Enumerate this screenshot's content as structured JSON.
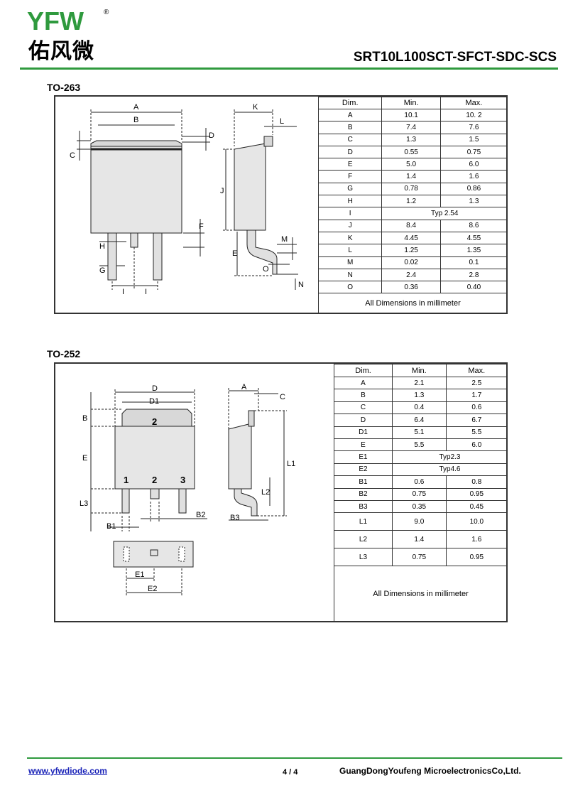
{
  "header": {
    "logo_text": "YFW",
    "logo_registered": "®",
    "logo_chinese": "佑风微",
    "part_number": "SRT10L100SCT-SFCT-SDC-SCS"
  },
  "to263": {
    "title": "TO-263",
    "columns": [
      "Dim.",
      "Min.",
      "Max."
    ],
    "rows": [
      {
        "dim": "A",
        "min": "10.1",
        "max": "10. 2"
      },
      {
        "dim": "B",
        "min": "7.4",
        "max": "7.6"
      },
      {
        "dim": "C",
        "min": "1.3",
        "max": "1.5"
      },
      {
        "dim": "D",
        "min": "0.55",
        "max": "0.75"
      },
      {
        "dim": "E",
        "min": "5.0",
        "max": "6.0"
      },
      {
        "dim": "F",
        "min": "1.4",
        "max": "1.6"
      },
      {
        "dim": "G",
        "min": "0.78",
        "max": "0.86"
      },
      {
        "dim": "H",
        "min": "1.2",
        "max": "1.3"
      },
      {
        "dim": "I",
        "typ": "Typ 2.54"
      },
      {
        "dim": "J",
        "min": "8.4",
        "max": "8.6"
      },
      {
        "dim": "K",
        "min": "4.45",
        "max": "4.55"
      },
      {
        "dim": "L",
        "min": "1.25",
        "max": "1.35"
      },
      {
        "dim": "M",
        "min": "0.02",
        "max": "0.1"
      },
      {
        "dim": "N",
        "min": "2.4",
        "max": "2.8"
      },
      {
        "dim": "O",
        "min": "0.36",
        "max": "0.40"
      }
    ],
    "note": "All Dimensions in millimeter",
    "drawing_labels": {
      "A": "A",
      "B": "B",
      "C": "C",
      "D": "D",
      "F": "F",
      "H": "H",
      "G": "G",
      "I": "I",
      "K": "K",
      "L": "L",
      "J": "J",
      "M": "M",
      "E": "E",
      "O": "O",
      "N": "N"
    }
  },
  "to252": {
    "title": "TO-252",
    "columns": [
      "Dim.",
      "Min.",
      "Max."
    ],
    "rows": [
      {
        "dim": "A",
        "min": "2.1",
        "max": "2.5"
      },
      {
        "dim": "B",
        "min": "1.3",
        "max": "1.7"
      },
      {
        "dim": "C",
        "min": "0.4",
        "max": "0.6"
      },
      {
        "dim": "D",
        "min": "6.4",
        "max": "6.7"
      },
      {
        "dim": "D1",
        "min": "5.1",
        "max": "5.5"
      },
      {
        "dim": "E",
        "min": "5.5",
        "max": "6.0"
      },
      {
        "dim": "E1",
        "typ": "Typ2.3"
      },
      {
        "dim": "E2",
        "typ": "Typ4.6"
      },
      {
        "dim": "B1",
        "min": "0.6",
        "max": "0.8"
      },
      {
        "dim": "B2",
        "min": "0.75",
        "max": "0.95"
      },
      {
        "dim": "B3",
        "min": "0.35",
        "max": "0.45"
      },
      {
        "dim": "L1",
        "min": "9.0",
        "max": "10.0"
      },
      {
        "dim": "L2",
        "min": "1.4",
        "max": "1.6"
      },
      {
        "dim": "L3",
        "min": "0.75",
        "max": "0.95"
      }
    ],
    "note": "All Dimensions in millimeter",
    "drawing_labels": {
      "D": "D",
      "D1": "D1",
      "B": "B",
      "E": "E",
      "L3": "L3",
      "B1": "B1",
      "B2": "B2",
      "pin1": "1",
      "pin2": "2",
      "pin3": "3",
      "tab": "2",
      "A": "A",
      "C": "C",
      "L1": "L1",
      "L2": "L2",
      "B3": "B3",
      "E1": "E1",
      "E2": "E2"
    }
  },
  "footer": {
    "website": "www.yfwdiode.com",
    "page": "4 / 4",
    "company": "GuangDongYoufeng MicroelectronicsCo,Ltd."
  }
}
